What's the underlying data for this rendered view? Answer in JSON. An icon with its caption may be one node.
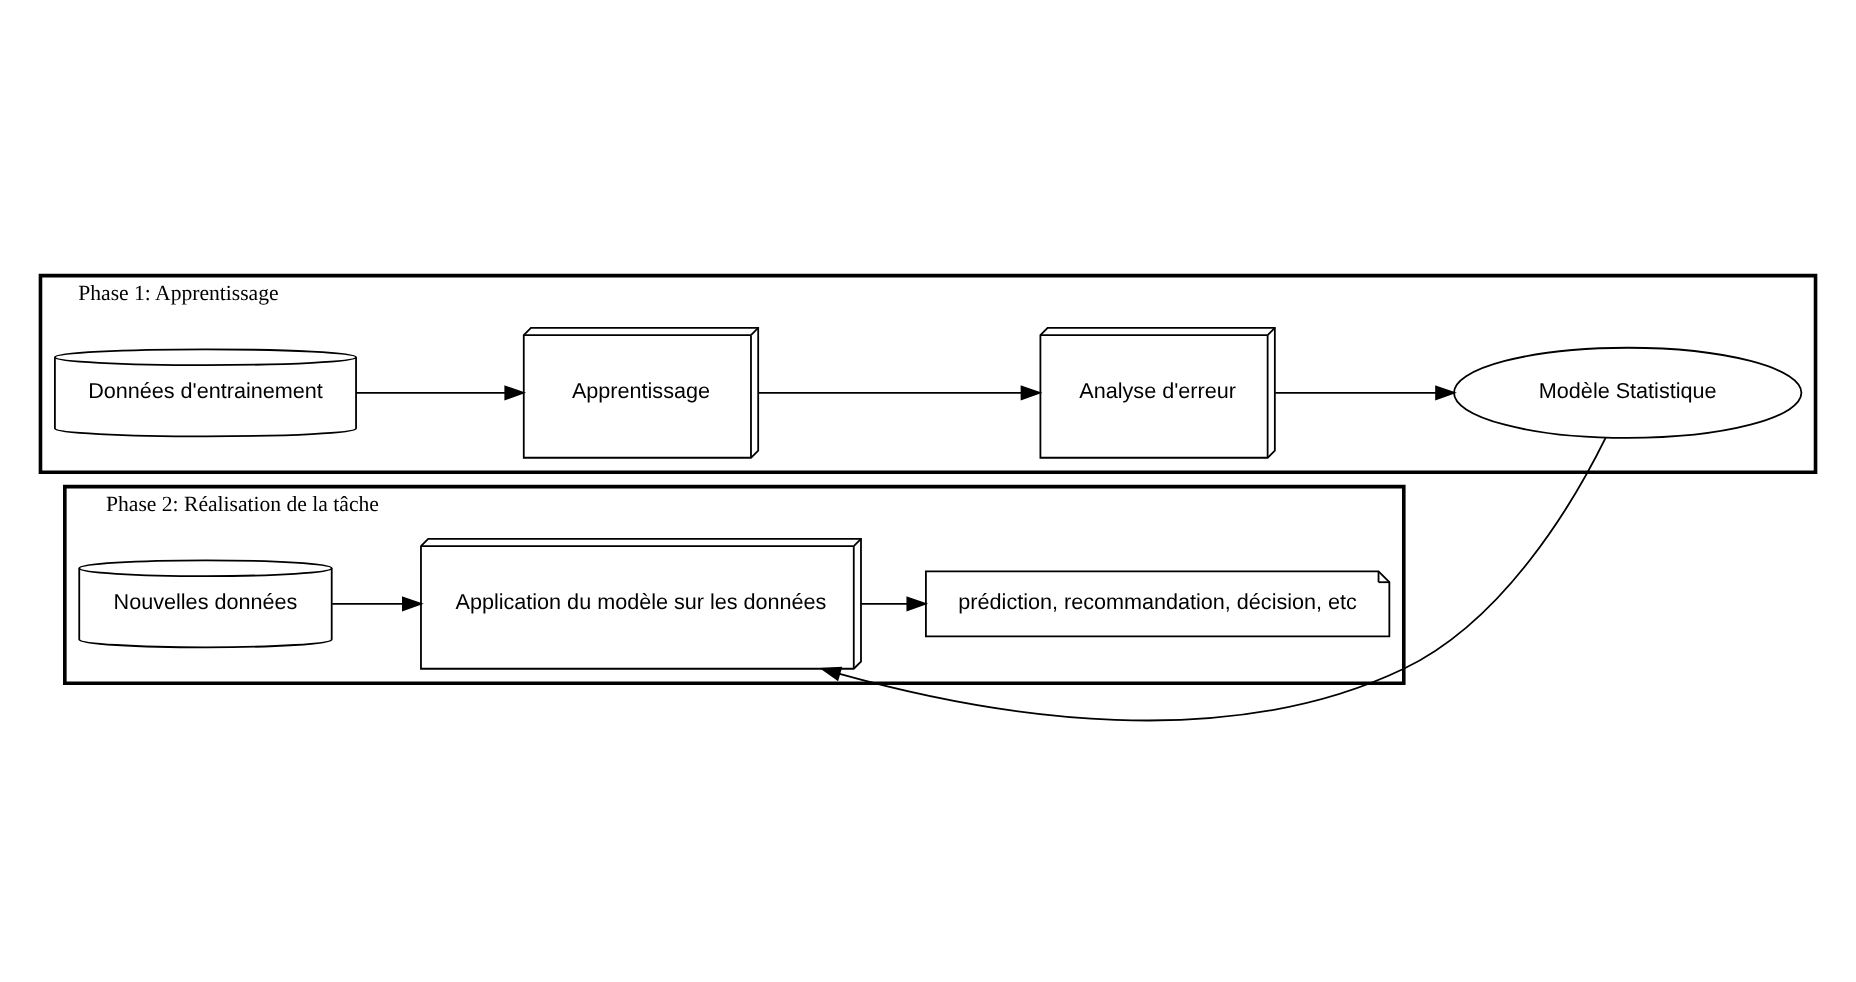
{
  "diagram": {
    "nodes": [
      {
        "text": [
          "Phase 1: Apprentissage"
        ]
      },
      {
        "text": [
          "Données d'entrainement"
        ],
        "in": 0
      },
      {
        "text": [
          "Apprentissage"
        ],
        "in": 0
      },
      {
        "text": [
          "Analyse d'erreur"
        ],
        "in": 0
      },
      {
        "text": [
          "Modèle Statistique"
        ],
        "in": 0
      },
      {
        "text": [
          "Phase 2: Réalisation de la tâche"
        ]
      },
      {
        "text": [
          "Nouvelles données"
        ],
        "in": 5
      },
      {
        "text": [
          "Application du modèle sur les données"
        ],
        "in": 5
      },
      {
        "text": [
          "prédiction, recommandation, décision, etc"
        ],
        "in": 5
      }
    ],
    "edges": [
      {
        "from": 1,
        "to": 2,
        "arrow": "to"
      },
      {
        "from": 2,
        "to": 3,
        "arrow": "to"
      },
      {
        "from": 3,
        "to": 4,
        "arrow": "to"
      },
      {
        "from": 4,
        "to": 7,
        "arrow": "to"
      },
      {
        "from": 6,
        "to": 7,
        "arrow": "to"
      },
      {
        "from": 7,
        "to": 8,
        "arrow": "to"
      }
    ]
  }
}
